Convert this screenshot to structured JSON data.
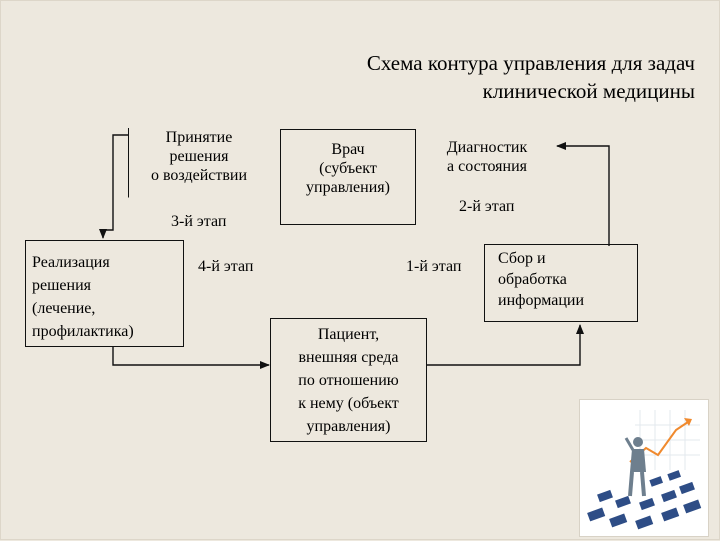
{
  "title": {
    "line1": "Схема контура управления для задач",
    "line2": "клинической медицины"
  },
  "boxes": {
    "decision": [
      "Принятие",
      "решения",
      "о воздействии"
    ],
    "doctor": [
      "Врач",
      "(субъект",
      "управления)"
    ],
    "diagnostic": [
      "Диагностик",
      "а состояния"
    ],
    "collection": [
      "Сбор и",
      "обработка",
      "информации"
    ],
    "implementation": [
      "Реализация",
      "решения",
      "(лечение,",
      "профилактика)"
    ],
    "patient": [
      "Пациент,",
      "внешняя среда",
      "по отношению",
      "к нему (объект",
      "управления)"
    ]
  },
  "stages": {
    "stage1": "1-й этап",
    "stage2": "2-й этап",
    "stage3": "3-й этап",
    "stage4": "4-й этап"
  },
  "illustration": {
    "icon": "business-person-clipart-icon",
    "colors": {
      "figure": "#6e7f8e",
      "blocks": "#2e4d86",
      "arrow": "#f08a2e"
    }
  }
}
